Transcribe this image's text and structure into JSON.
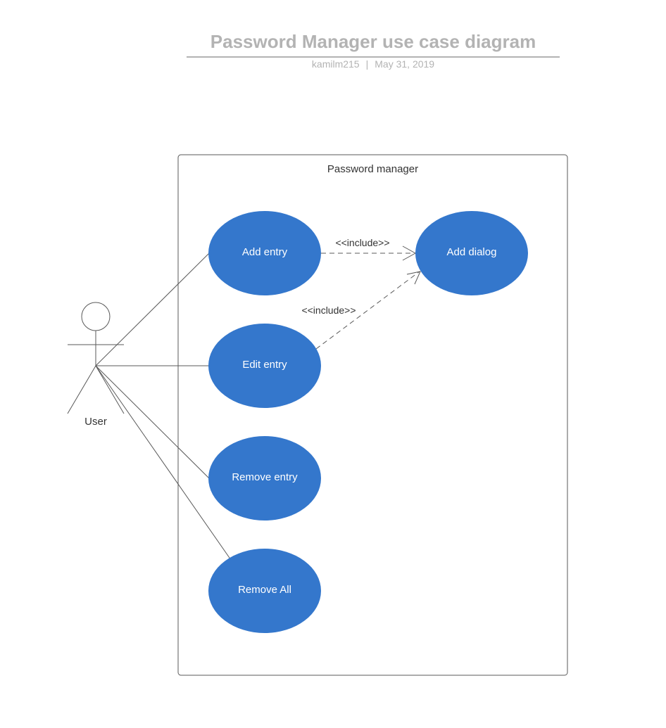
{
  "header": {
    "title": "Password Manager use case diagram",
    "author": "kamilm215",
    "separator": "|",
    "date": "May 31, 2019"
  },
  "system": {
    "name": "Password manager"
  },
  "actor": {
    "name": "User"
  },
  "use_cases": {
    "add_entry": "Add entry",
    "edit_entry": "Edit entry",
    "remove_entry": "Remove entry",
    "remove_all": "Remove All",
    "add_dialog": "Add dialog"
  },
  "relations": {
    "include_1": "<<include>>",
    "include_2": "<<include>>"
  },
  "colors": {
    "use_case_fill": "#3477cc",
    "use_case_text": "#ffffff",
    "line": "#595959",
    "header_text": "#b3b3b3"
  }
}
